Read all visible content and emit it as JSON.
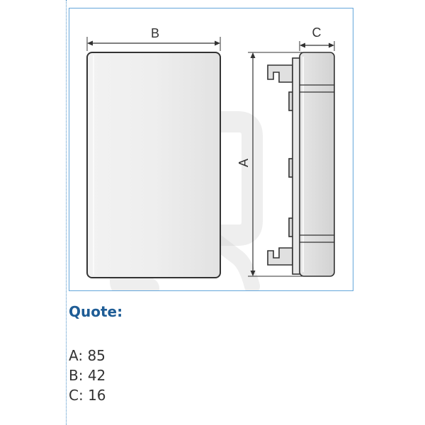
{
  "drawing": {
    "label_a": "A",
    "label_b": "B",
    "label_c": "C"
  },
  "quote": {
    "heading": "Quote:",
    "dimensions": [
      {
        "label": "A:",
        "value": "85"
      },
      {
        "label": "B:",
        "value": "42"
      },
      {
        "label": "C:",
        "value": "16"
      }
    ]
  }
}
